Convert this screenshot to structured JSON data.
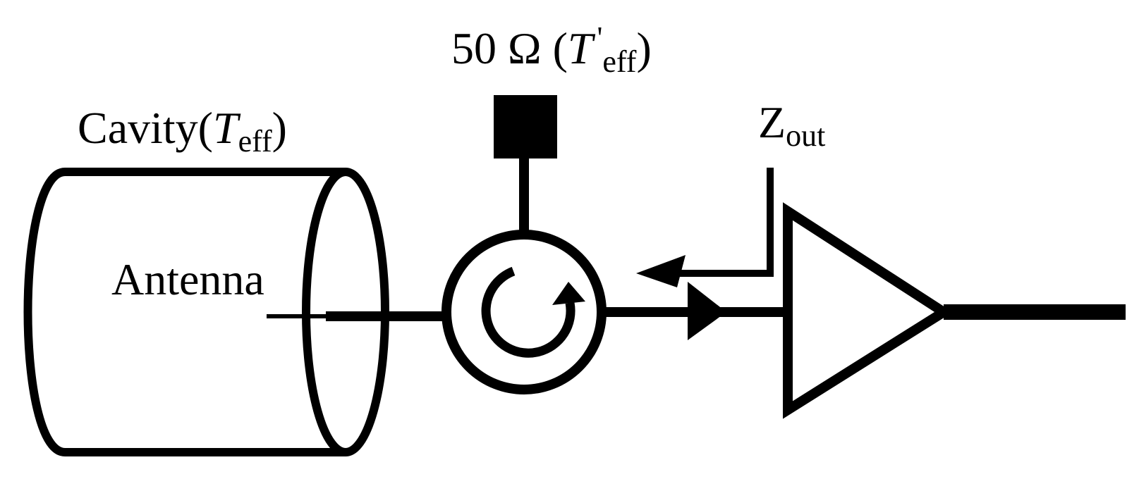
{
  "labels": {
    "cavity": {
      "text": "Cavity(",
      "symbol": "T",
      "subscript": "eff",
      "close": ")"
    },
    "antenna": "Antenna",
    "load": {
      "text": "50 Ω (",
      "symbol": "T",
      "prime": "'",
      "subscript": "eff",
      "close": ")"
    },
    "zout": {
      "symbol": "Z",
      "subscript": "out"
    }
  },
  "colors": {
    "stroke": "#000000",
    "background": "#ffffff"
  }
}
